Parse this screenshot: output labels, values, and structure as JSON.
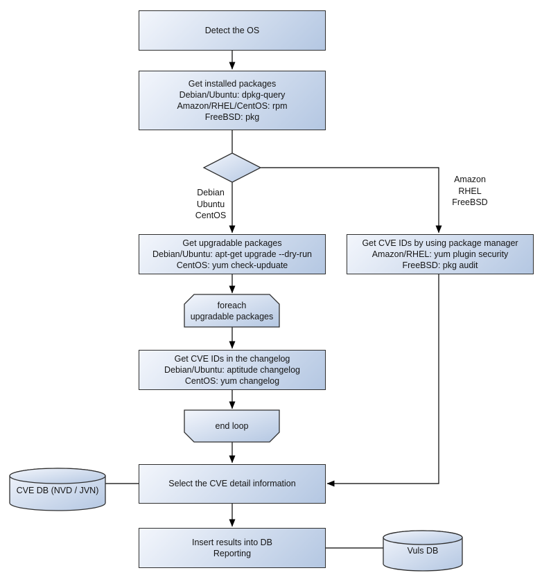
{
  "colors": {
    "background": "#ffffff",
    "node_fill_light": "#f3f6fc",
    "node_fill_dark": "#b4c7e2",
    "node_border": "#2e2e2e",
    "connector": "#000000",
    "text": "#141414"
  },
  "nodes": {
    "detect_os": {
      "lines": [
        "Detect the OS"
      ]
    },
    "get_installed_packages": {
      "lines": [
        "Get installed packages",
        "Debian/Ubuntu: dpkg-query",
        "Amazon/RHEL/CentOS: rpm",
        "FreeBSD: pkg"
      ]
    },
    "os_decision": {
      "lines": []
    },
    "get_upgradable_packages": {
      "lines": [
        "Get upgradable packages",
        "Debian/Ubuntu: apt-get upgrade --dry-run",
        "CentOS: yum check-upduate"
      ]
    },
    "get_cve_ids_package_manager": {
      "lines": [
        "Get CVE IDs by using package manager",
        "Amazon/RHEL: yum plugin security",
        "FreeBSD: pkg audit"
      ]
    },
    "foreach_loop_start": {
      "lines": [
        "foreach",
        "upgradable packages"
      ]
    },
    "get_cve_ids_changelog": {
      "lines": [
        "Get CVE IDs in the changelog",
        "Debian/Ubuntu: aptitude changelog",
        "CentOS: yum changelog"
      ]
    },
    "end_loop": {
      "lines": [
        "end loop"
      ]
    },
    "select_cve_detail": {
      "lines": [
        "Select the CVE detail information"
      ]
    },
    "cve_db": {
      "lines": [
        "CVE DB (NVD / JVN)"
      ]
    },
    "insert_results": {
      "lines": [
        "Insert results into DB",
        "Reporting"
      ]
    },
    "vuls_db": {
      "lines": [
        "Vuls DB"
      ]
    }
  },
  "edge_labels": {
    "left_branch": [
      "Debian",
      "Ubuntu",
      "CentOS"
    ],
    "right_branch": [
      "Amazon",
      "RHEL",
      "FreeBSD"
    ]
  }
}
